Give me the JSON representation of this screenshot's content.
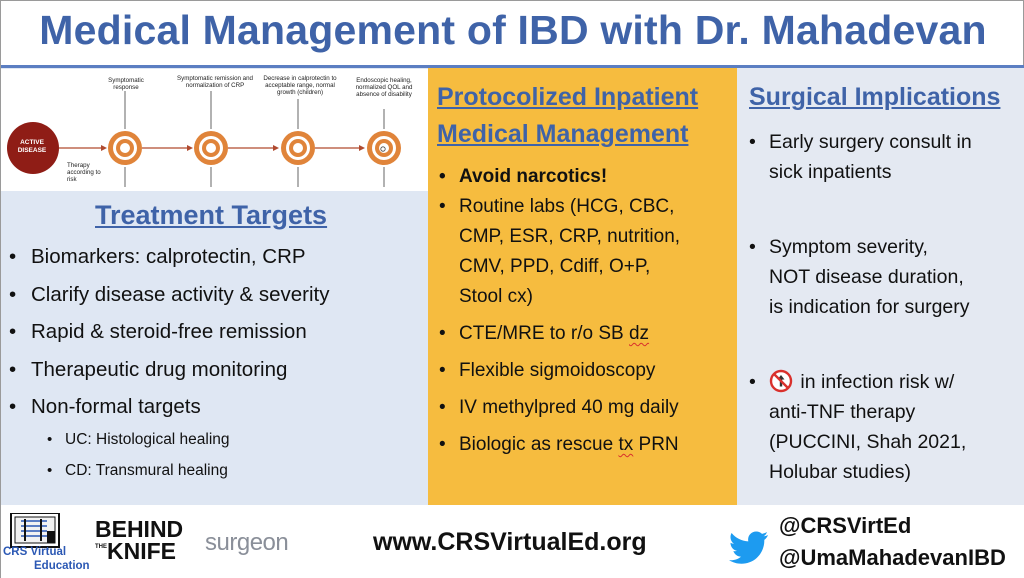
{
  "title": "Medical Management of IBD with Dr. Mahadevan",
  "diagram": {
    "active_label": "ACTIVE DISEASE",
    "therapy_label": "Therapy according to risk",
    "steps": [
      "Symptomatic response",
      "Symptomatic remission and normalization of CRP",
      "Decrease in calprotectin to acceptable range, normal growth (children)",
      "Endoscopic healing, normalized QOL and absence of disability"
    ]
  },
  "left": {
    "heading": "Treatment Targets",
    "bullets": [
      "Biomarkers: calprotectin, CRP",
      "Clarify disease activity & severity",
      "Rapid & steroid-free remission",
      "Therapeutic drug monitoring",
      "Non-formal targets"
    ],
    "sub_bullets": [
      "UC: Histological healing",
      "CD: Transmural healing"
    ]
  },
  "middle": {
    "heading_line1": "Protocolized Inpatient",
    "heading_line2": "Medical Management",
    "b1": "Avoid narcotics!",
    "b2_l1": "Routine labs (HCG, CBC,",
    "b2_l2": "CMP, ESR, CRP, nutrition,",
    "b2_l3": "CMV, PPD, Cdiff, O+P,",
    "b2_l4": "Stool cx)",
    "b3_pre": "CTE/MRE to r/o SB ",
    "b3_squiggle": "dz",
    "b4": "Flexible sigmoidoscopy",
    "b5": "IV methylpred 40 mg daily",
    "b6_pre": "Biologic as rescue ",
    "b6_squiggle": "tx",
    "b6_post": " PRN"
  },
  "right": {
    "heading": "Surgical Implications",
    "b1_l1": "Early surgery consult in",
    "b1_l2": "sick inpatients",
    "b2_l1": "Symptom severity,",
    "b2_l2": "NOT disease duration,",
    "b2_l3": "is indication for surgery",
    "b3_l1": " in infection risk w/",
    "b3_l2": "anti-TNF therapy",
    "b3_l3": "(PUCCINI, Shah 2021,",
    "b3_l4": "Holubar studies)"
  },
  "footer": {
    "crs_line1": "CRS Virtual",
    "crs_line2": "Education",
    "btk_line1": "BEHIND",
    "btk_the": "THE",
    "btk_line2": "KNIFE",
    "surgeon": "surgeon",
    "url": "www.CRSVirtualEd.org",
    "handle1": "@CRSVirtEd",
    "handle2": "@UmaMahadevanIBD"
  },
  "colors": {
    "title": "#3f63a8",
    "left_bg": "#dfe7f3",
    "middle_bg": "#f6bc3f",
    "right_bg": "#e4e9f2",
    "target_ring": "#e0843a",
    "active_disease": "#8f1d16",
    "twitter": "#1d9bf0"
  }
}
